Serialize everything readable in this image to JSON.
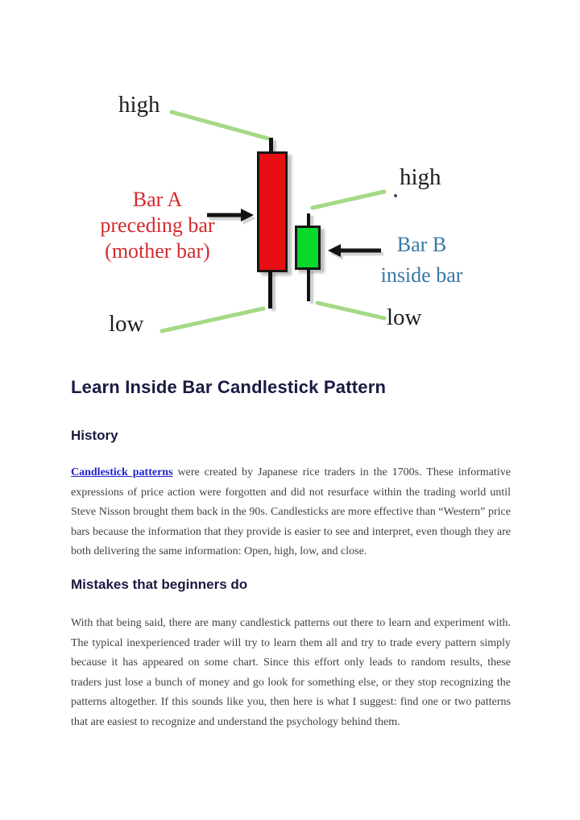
{
  "colors": {
    "bar-a-body": "#e80d12",
    "bar-b-body": "#08d829",
    "candle-border": "#161616",
    "wick": "#101010",
    "connector-line": "#a5d985",
    "arrow": "#131313",
    "bar-a-label": "#d42b2e",
    "bar-b-label": "#3779a3",
    "high-low-label": "#1d1d1d",
    "heading": "#1a1a42",
    "body-text": "#414141",
    "link": "#2323cb"
  },
  "diagram": {
    "bar_a": {
      "high_label": "high",
      "low_label": "low",
      "name_line1": "Bar A",
      "name_line2": "preceding bar",
      "name_line3": "(mother bar)"
    },
    "bar_b": {
      "high_label": "high",
      "low_label": "low",
      "name_line1": "Bar B",
      "name_line2": "inside bar"
    }
  },
  "article": {
    "title": "Learn Inside Bar Candlestick Pattern",
    "history": {
      "heading": "History",
      "link_text": "Candlestick patterns",
      "body": " were created by Japanese rice traders in the 1700s. These informative expressions of price action were forgotten and did not resurface within the trading world until Steve Nisson brought them back in the 90s. Candlesticks are more effective than “Western” price bars because the information that they provide is easier to see and interpret, even though they are both delivering the same information: Open, high, low, and close."
    },
    "mistakes": {
      "heading": "Mistakes that beginners do",
      "body": "With that being said, there are many candlestick patterns out there to learn and experiment with. The typical inexperienced trader will try to learn them all and try to trade every pattern simply because it has appeared on some chart. Since this effort only leads to random results, these traders just lose a bunch of money and go look for something else, or they stop recognizing the patterns altogether. If this sounds like you, then here is what I suggest: find one or two patterns that are easiest to recognize and understand the psychology behind them."
    }
  }
}
